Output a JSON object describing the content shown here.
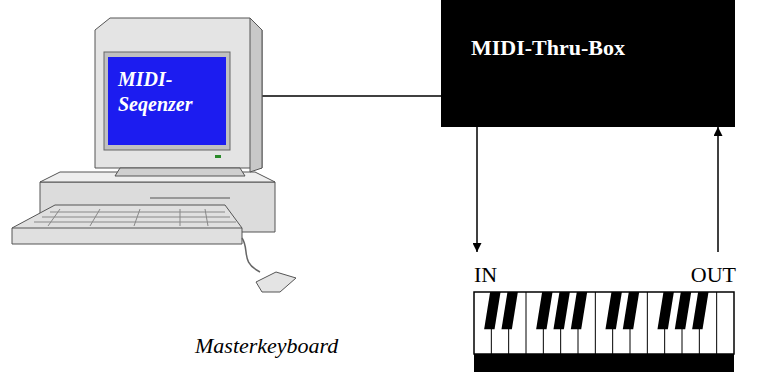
{
  "diagram": {
    "nodes": [
      {
        "text": [
          "MIDI- Seqenzer"
        ]
      },
      {
        "text": [
          "MIDI-Thru-Box"
        ]
      },
      {
        "text": [
          "IN",
          "OUT"
        ]
      }
    ],
    "edges": [
      {
        "from": 0,
        "to": 1,
        "arrow": "none"
      },
      {
        "from": 1,
        "to": 2,
        "arrow": "to"
      },
      {
        "from": 2,
        "to": 1,
        "arrow": "to"
      }
    ],
    "labels": [
      "Masterkeyboard"
    ]
  }
}
